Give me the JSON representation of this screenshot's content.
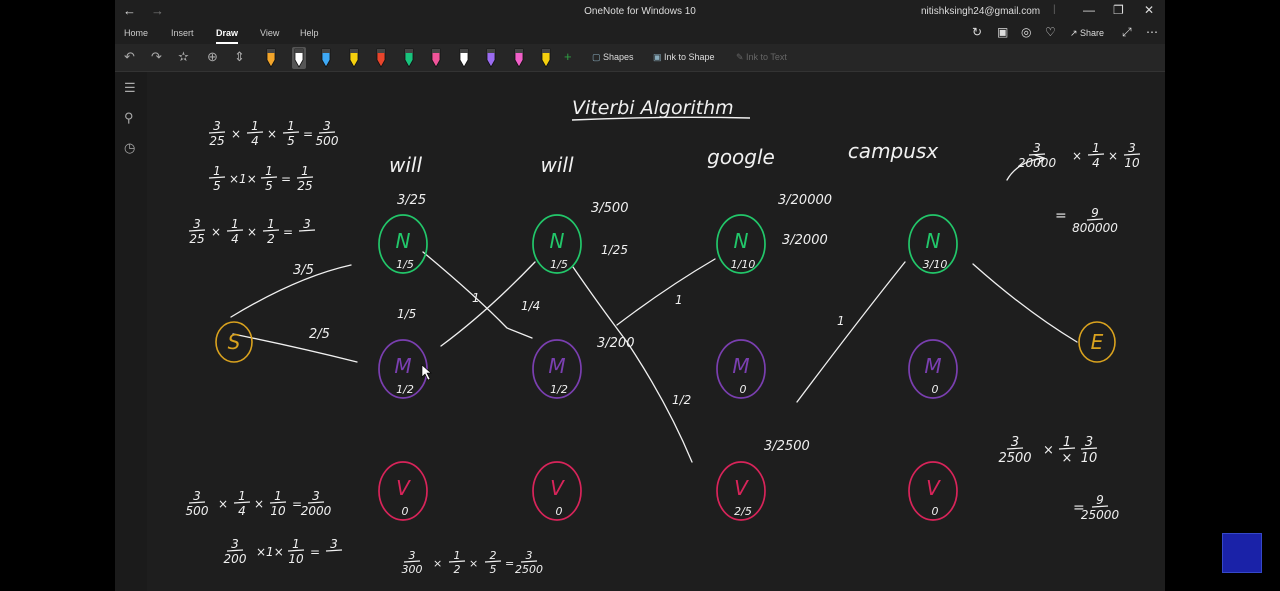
{
  "titlebar": {
    "app_title": "OneNote for Windows 10",
    "account": "nitishksingh24@gmail.com"
  },
  "menu": {
    "tabs": [
      "Home",
      "Insert",
      "Draw",
      "View",
      "Help"
    ],
    "active_tab": "Draw",
    "share_label": "Share"
  },
  "ribbon": {
    "shapes_label": "Shapes",
    "ink_to_shape_label": "Ink to Shape",
    "ink_to_text_label": "Ink to Text",
    "pen_colors": [
      "#f2a52b",
      "#ffffff",
      "#3fa9f5",
      "#f5d00f",
      "#e8452c",
      "#19c37d",
      "#f0559a",
      "#ffffff",
      "#9b6cf0",
      "#f060c8",
      "#f5d00f"
    ]
  },
  "note": {
    "heading": "Viterbi Algorithm",
    "words": [
      "will",
      "will",
      "google",
      "campusx"
    ],
    "start_node": "S",
    "end_node": "E",
    "states": [
      {
        "label": "N",
        "scores": [
          "1/5",
          "1/5",
          "1/10",
          "3/10"
        ]
      },
      {
        "label": "M",
        "scores": [
          "1/2",
          "1/2",
          "0",
          "0"
        ]
      },
      {
        "label": "V",
        "scores": [
          "0",
          "0",
          "2/5",
          "0"
        ]
      }
    ],
    "edge_labels": {
      "s_to_n": "3/5",
      "s_to_m": "2/5",
      "m1_to_n2": "1",
      "n1_to_m2": "1/4",
      "n2_to_n3": "1",
      "n3_to_n4": "1",
      "n2_to_v3": "1/2"
    },
    "path_probs": {
      "n1": "3/25",
      "n2": "3/500",
      "n3a": "3/20000",
      "n3b": "3/2000",
      "m2_n2": "1/25",
      "n2_v": "3/200",
      "v3": "3/2500"
    },
    "equations": {
      "left": [
        [
          "3",
          "25",
          "×",
          "1",
          "4",
          "×",
          "1",
          "5",
          "=",
          "3",
          "500"
        ],
        [
          "1",
          "5",
          "×1×",
          "1",
          "5",
          "=",
          "1",
          "25"
        ],
        [
          "3",
          "25",
          "×",
          "1",
          "4",
          "×",
          "1",
          "2",
          "=",
          "3",
          ""
        ],
        [
          "3",
          "500",
          "×",
          "1",
          "4",
          "×",
          "1",
          "10",
          "=",
          "3",
          "2000"
        ],
        [
          "3",
          "200",
          "×1×",
          "1",
          "10",
          "=",
          "3",
          ""
        ]
      ],
      "bottom_middle": [
        "3",
        "300",
        "×",
        "1",
        "2",
        "×",
        "2",
        "5",
        "=",
        "3",
        "2500"
      ],
      "right_top": [
        "3",
        "20000",
        "×",
        "1",
        "4",
        "×",
        "3",
        "10"
      ],
      "right_top_result": [
        "9",
        "800000"
      ],
      "right_bottom": [
        "3",
        "2500",
        "×",
        "1",
        "×",
        "3",
        "10"
      ],
      "right_bottom_result": [
        "9",
        "25000"
      ]
    },
    "ink_colors": {
      "white": "#f0f0f0",
      "green": "#22c76a",
      "purple": "#7a3fb0",
      "red": "#d8245a",
      "gold": "#d9a21e"
    }
  }
}
